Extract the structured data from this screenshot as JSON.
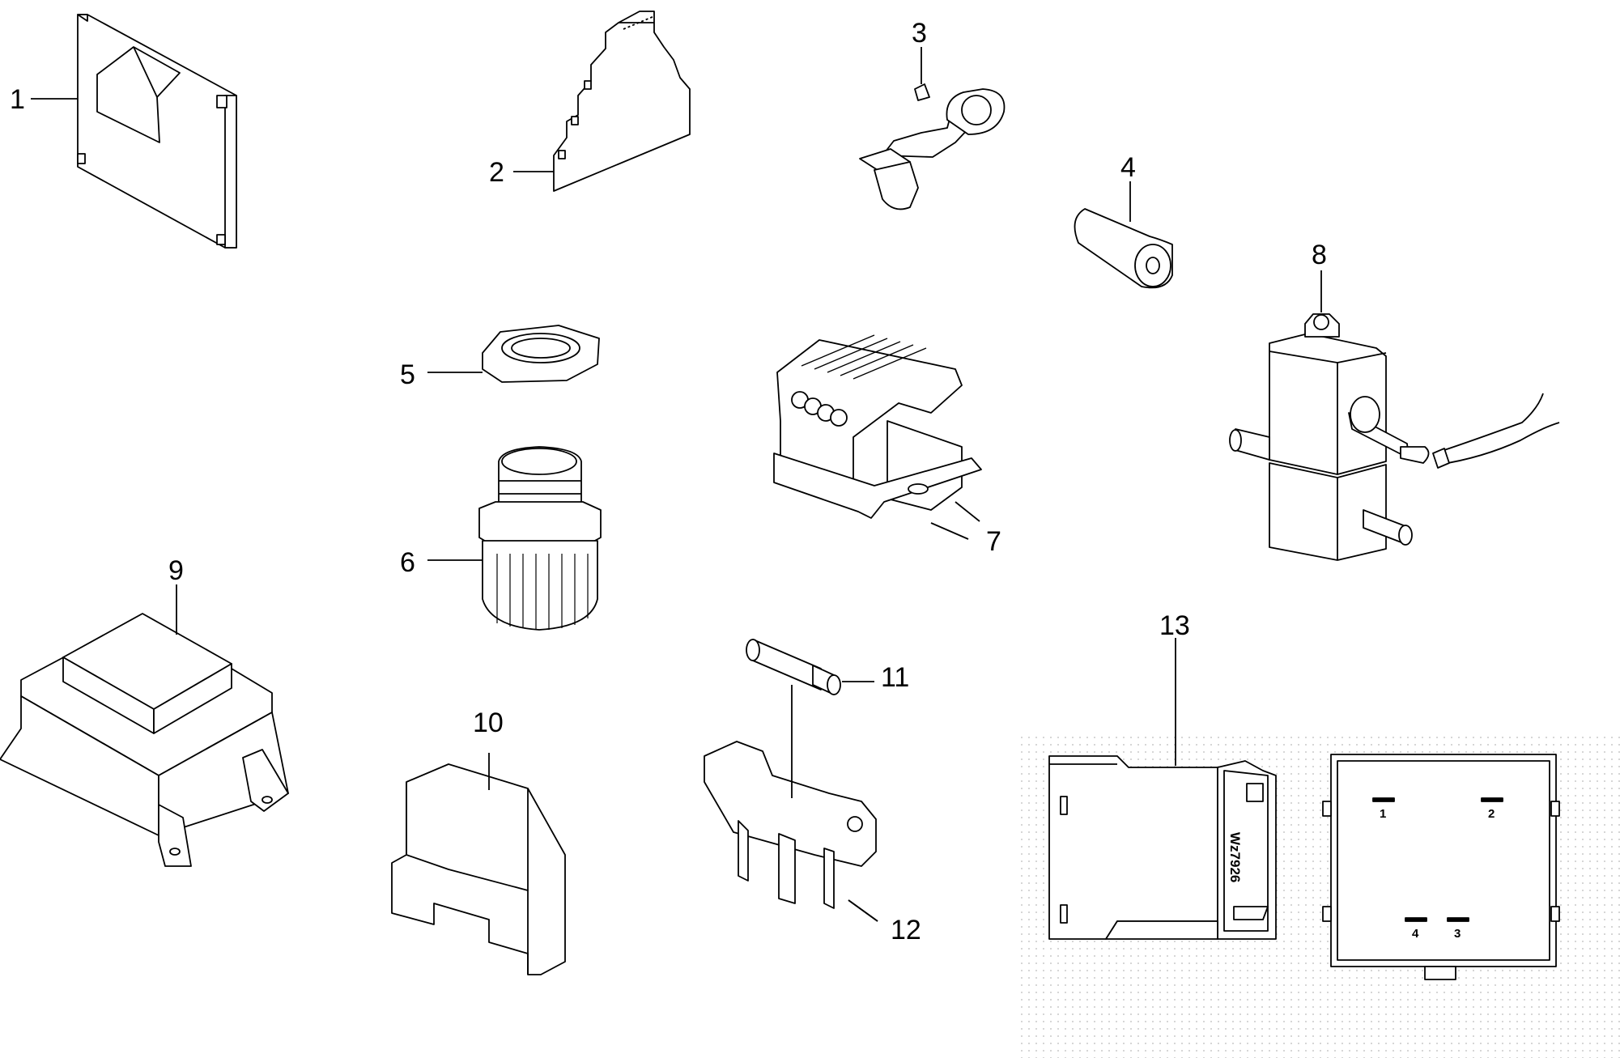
{
  "diagram": {
    "callouts": [
      {
        "id": "part-1",
        "label": "1"
      },
      {
        "id": "part-2",
        "label": "2"
      },
      {
        "id": "part-3",
        "label": "3"
      },
      {
        "id": "part-4",
        "label": "4"
      },
      {
        "id": "part-5",
        "label": "5"
      },
      {
        "id": "part-6",
        "label": "6"
      },
      {
        "id": "part-7",
        "label": "7"
      },
      {
        "id": "part-8",
        "label": "8"
      },
      {
        "id": "part-9",
        "label": "9"
      },
      {
        "id": "part-10",
        "label": "10"
      },
      {
        "id": "part-11",
        "label": "11"
      },
      {
        "id": "part-12",
        "label": "12"
      },
      {
        "id": "part-13",
        "label": "13"
      }
    ],
    "relay_pins": [
      "1",
      "2",
      "4",
      "3"
    ],
    "relay_marking": "Wz7926",
    "colors": {
      "line": "#000000",
      "fill": "#ffffff",
      "dots": "#b9b9b9"
    }
  }
}
